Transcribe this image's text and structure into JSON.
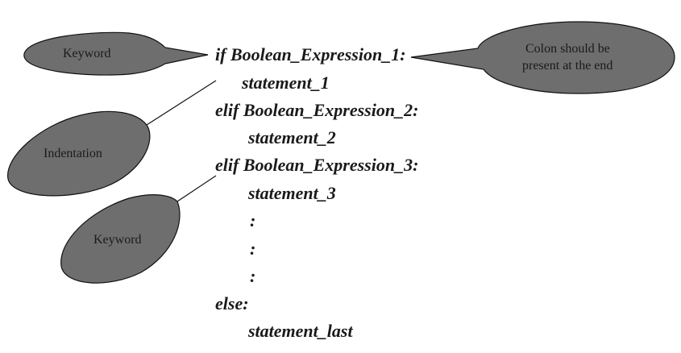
{
  "colors": {
    "bubble_fill": "#6e6e6e",
    "bubble_stroke": "#111111",
    "text": "#1a1a1a",
    "background": "#ffffff"
  },
  "code": {
    "line1": "if Boolean_Expression_1:",
    "line2": "statement_1",
    "line3": "elif Boolean_Expression_2:",
    "line4": "statement_2",
    "line5": "elif Boolean_Expression_3:",
    "line6": "statement_3",
    "line7": ":",
    "line8": ":",
    "line9": ":",
    "line10": "else:",
    "line11": "statement_last"
  },
  "callouts": {
    "keyword_top": "Keyword",
    "colon_line1": "Colon should be",
    "colon_line2": "present at the end",
    "indentation": "Indentation",
    "keyword_bottom": "Keyword"
  }
}
